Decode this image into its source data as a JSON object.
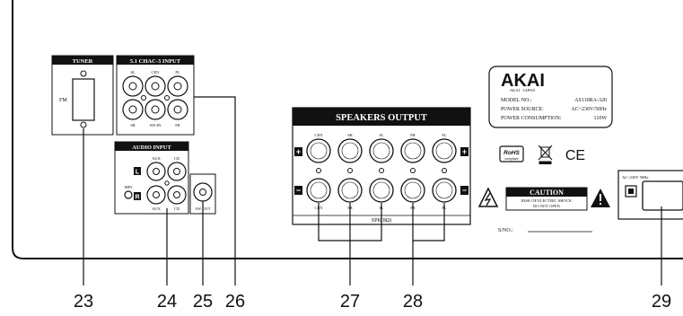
{
  "tuner": {
    "title": "TUNER",
    "fm_label": "FM"
  },
  "input_51": {
    "title": "5.1 CHAC-3 INPUT",
    "top_labels": [
      "SL",
      "CEN",
      "FL"
    ],
    "bottom_labels": [
      "SR",
      "SW-IN",
      "FR"
    ]
  },
  "audio_input": {
    "title": "AUDIO INPUT",
    "top_labels": [
      "AUX",
      "CD"
    ],
    "bottom_labels": [
      "AUX",
      "CD"
    ],
    "side_label": "MP3",
    "marker_top": "L",
    "marker_bottom": "R",
    "sw_out_label": "SW OUT"
  },
  "speakers": {
    "title": "SPEAKERS OUTPUT",
    "top_labels": [
      "CEN",
      "SR",
      "SL",
      "FR",
      "FL"
    ],
    "bottom_labels": [
      "CEN",
      "SR",
      "SL",
      "FR",
      "FL"
    ],
    "plus": "+",
    "minus": "−",
    "footer": "SPK(8Ω)"
  },
  "brand_plate": {
    "logo": "AKAI",
    "logo_sub": "AKAI · JAPAN",
    "rows": [
      {
        "label": "MODEL NO.:",
        "value": "AS110RA-320"
      },
      {
        "label": "POWER SOURCE:",
        "value": "AC~230V/50Hz"
      },
      {
        "label": "POWER CONSUMPTION:",
        "value": "110W"
      }
    ]
  },
  "compliance": {
    "rohs": "RoHS",
    "rohs_sub": "compliant",
    "ce": "CE"
  },
  "caution": {
    "title": "CAUTION",
    "line1": "RISK OF ELECTRIC SHOCK",
    "line2": "DO NOT OPEN"
  },
  "serial_label": "S/NO.:",
  "power_inlet": {
    "label": "AC~230V 50Hz"
  },
  "callouts": [
    "23",
    "24",
    "25",
    "26",
    "27",
    "28",
    "29"
  ],
  "colors": {
    "ink": "#111111",
    "panel_bg": "#ffffff"
  }
}
